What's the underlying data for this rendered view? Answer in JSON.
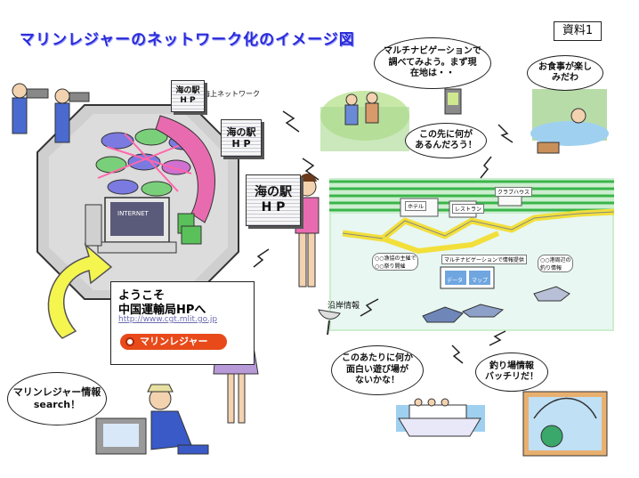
{
  "title": "マリンレジャーのネットワーク化のイメージ図",
  "doc_label": "資料1",
  "network_label": "海上ネットワーク",
  "signs": {
    "small1": [
      "海の駅",
      "H P"
    ],
    "small2": [
      "海の駅",
      "H P"
    ],
    "large": [
      "海の駅",
      "H P"
    ]
  },
  "welcome": {
    "line1": "ようこそ",
    "line2": "中国運輸局HPへ",
    "url": "http://www.cgt.mlit.go.jp",
    "button": "マリンレジャー"
  },
  "bubbles": {
    "search": "マリンレジャー情報\nsearch！",
    "navigation": "マルチナビゲーションで\n調べてみよう。まず現\n在地は・・",
    "ahead": "この先に何が\nあるんだろう！",
    "food": "お食事が楽し\nみだわ",
    "fun": "このあたりに何か\n面白い遊び場が\nないかな！",
    "fishing": "釣り場情報\nバッチリだ！"
  },
  "coastal_label": "沿岸情報",
  "map_labels": {
    "hotel": "ホテル",
    "restaurant": "レストラン",
    "clubhouse": "クラブハウス",
    "panel1": "○○漁協の主催で\n○○祭り開催",
    "panel2": "マルチナビゲーションで情報提供",
    "panel3": "○○港周辺の\n釣り情報",
    "screen_left": "データ",
    "screen_right": "マップ"
  },
  "colors": {
    "title": "#2a2ad8",
    "map_green": "#cdeecf",
    "map_stripe": "#39b54a",
    "road": "#f2df3a",
    "button": "#e84a1a"
  }
}
